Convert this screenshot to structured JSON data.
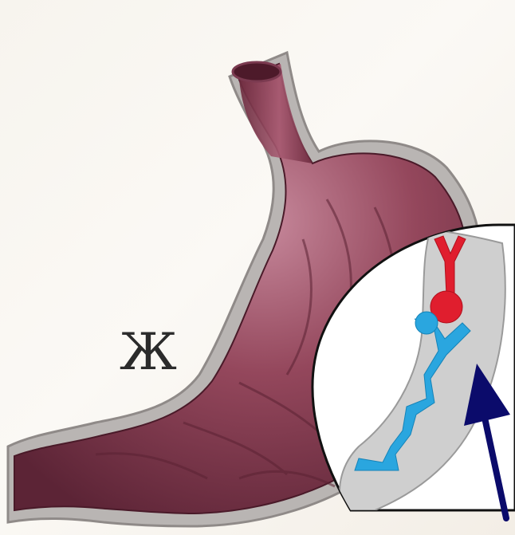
{
  "diagram": {
    "label_letter": "Ж"
  },
  "colors": {
    "stomach_fill": "#8a3f52",
    "stomach_highlight": "#b7728a",
    "stomach_dark": "#5a2233",
    "wall_gray": "#b8b8b8",
    "callout_fill": "#d6d6d6",
    "receptor_red": "#e01e2e",
    "receptor_blue": "#2aa6df",
    "arrow_navy": "#0b0b6b"
  },
  "icons": {
    "red_receptor": "y-shaped-receptor",
    "blue_receptor": "y-shaped-receptor",
    "pointer": "arrow-up"
  }
}
